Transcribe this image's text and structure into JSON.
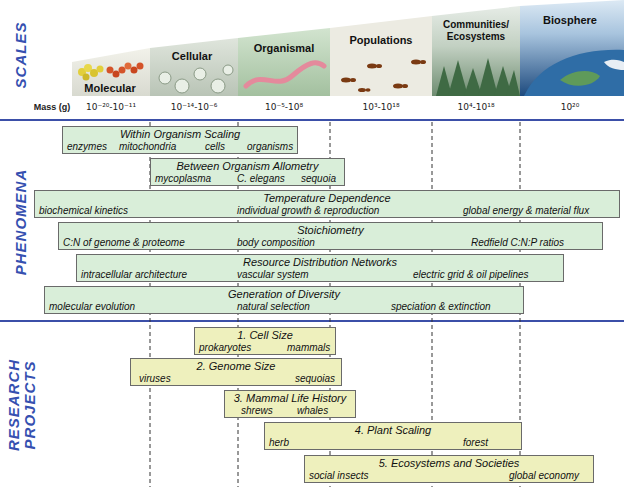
{
  "diagram": {
    "nodes": [
      {
        "text": [
          "Within Organism Scaling",
          "enzymes",
          "mitochondria",
          "cells",
          "organisms"
        ]
      },
      {
        "text": [
          "Between Organism Allometry",
          "mycoplasma",
          "C. elegans",
          "sequoia"
        ]
      },
      {
        "text": [
          "Temperature Dependence",
          "biochemical kinetics",
          "individual growth & reproduction",
          "global energy & material flux"
        ]
      },
      {
        "text": [
          "Stoichiometry",
          "C:N of genome & proteome",
          "body composition",
          "Redfield C:N:P ratios"
        ]
      },
      {
        "text": [
          "Resource Distribution Networks",
          "intracellular architecture",
          "vascular system",
          "electric grid & oil pipelines"
        ]
      },
      {
        "text": [
          "Generation of Diversity",
          "molecular evolution",
          "natural selection",
          "speciation & extinction"
        ]
      },
      {
        "text": [
          "1. Cell Size",
          "prokaryotes",
          "mammals"
        ]
      },
      {
        "text": [
          "2. Genome Size",
          "viruses",
          "sequoias"
        ]
      },
      {
        "text": [
          "3. Mammal Life History",
          "shrews",
          "whales"
        ]
      },
      {
        "text": [
          "4. Plant Scaling",
          "herb",
          "forest"
        ]
      },
      {
        "text": [
          "5. Ecosystems and Societies",
          "social insects",
          "global economy"
        ]
      }
    ],
    "labels": [
      "SCALES",
      "Molecular",
      "Cellular",
      "Organismal",
      "Populations",
      "Communities/ Ecosystems",
      "Biosphere",
      "Mass (g)",
      "10⁻²⁰-10⁻¹¹",
      "10⁻¹⁴-10⁻⁶",
      "10⁻⁵-10⁸",
      "10³-10¹⁸",
      "10⁴-10¹⁸",
      "10²⁰",
      "PHENOMENA",
      "RESEARCH PROJECTS"
    ]
  }
}
